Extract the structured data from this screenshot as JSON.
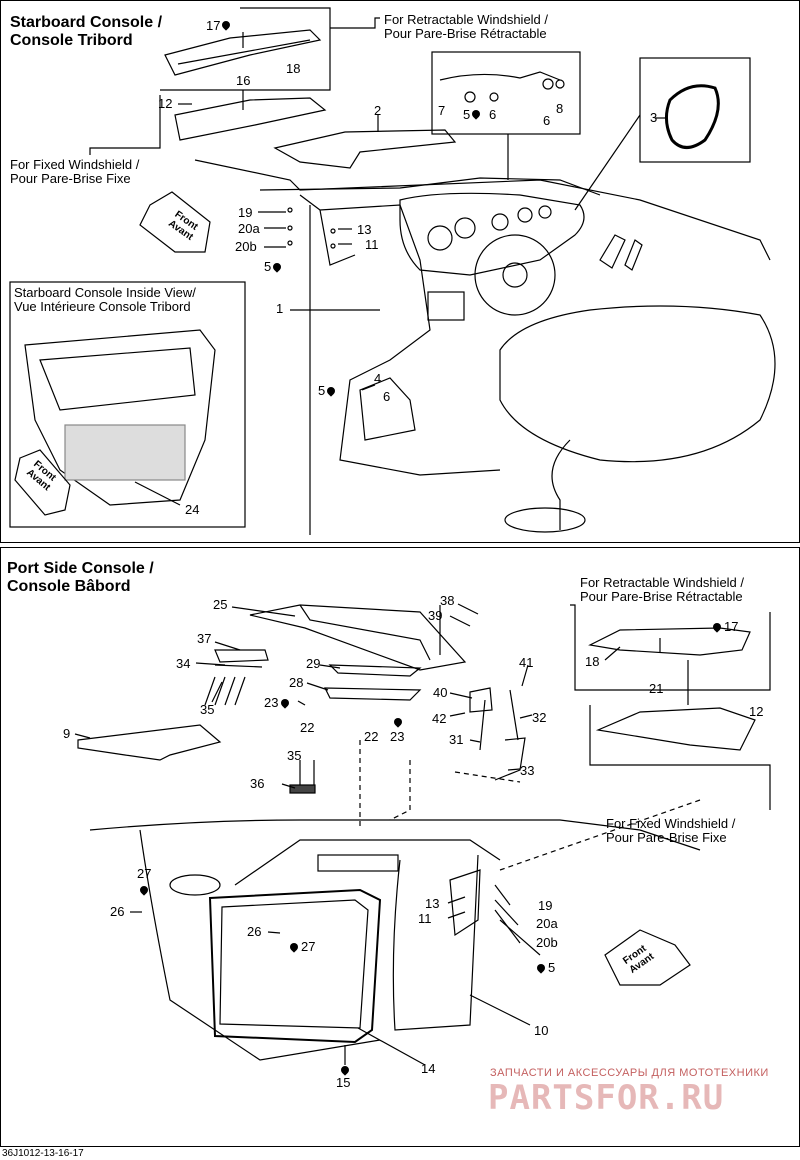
{
  "top": {
    "title": "Starboard Console /\nConsole Tribord",
    "retract": "For Retractable Windshield /\nPour Pare-Brise Rétractable",
    "fixed": "For Fixed Windshield /\nPour Pare-Brise Fixe",
    "front": "Front\nAvant",
    "inside_view": "Starboard Console Inside View/\nVue Intérieure Console Tribord",
    "inside_front": "Front\nAvant",
    "callouts": {
      "c17": "17",
      "c16": "16",
      "c18": "18",
      "c12": "12",
      "c2": "2",
      "c7": "7",
      "c5a": "5",
      "c6a": "6",
      "c8": "8",
      "c6b": "6",
      "c3": "3",
      "c19": "19",
      "c20a": "20a",
      "c20b": "20b",
      "c5b": "5",
      "c13": "13",
      "c11": "11",
      "c1": "1",
      "c5c": "5",
      "c4": "4",
      "c6c": "6",
      "c24": "24"
    }
  },
  "bottom": {
    "title": "Port Side Console /\nConsole Bâbord",
    "retract": "For Retractable Windshield /\nPour Pare-Brise Rétractable",
    "fixed": "For Fixed Windshield /\nPour Pare-Brise Fixe",
    "front": "Front\nAvant",
    "callouts": {
      "c25": "25",
      "c38": "38",
      "c39": "39",
      "c37": "37",
      "c34": "34",
      "c35a": "35",
      "c29": "29",
      "c28": "28",
      "c23a": "23",
      "c22a": "22",
      "c22b": "22",
      "c23b": "23",
      "c41": "41",
      "c40": "40",
      "c42": "42",
      "c31": "31",
      "c32": "32",
      "c33": "33",
      "c9": "9",
      "c35b": "35",
      "c36": "36",
      "c17": "17",
      "c18": "18",
      "c21": "21",
      "c12": "12",
      "c27a": "27",
      "c26a": "26",
      "c26b": "26",
      "c27b": "27",
      "c13": "13",
      "c11": "11",
      "c19": "19",
      "c20a": "20a",
      "c20b": "20b",
      "c5": "5",
      "c10": "10",
      "c14": "14",
      "c15": "15"
    }
  },
  "watermark": {
    "line1": "ЗАПЧАСТИ И АКСЕССУАРЫ ДЛЯ МОТОТЕХНИКИ",
    "line2": "PARTSFOR.RU"
  },
  "figure_code": "36J1012-13-16-17"
}
